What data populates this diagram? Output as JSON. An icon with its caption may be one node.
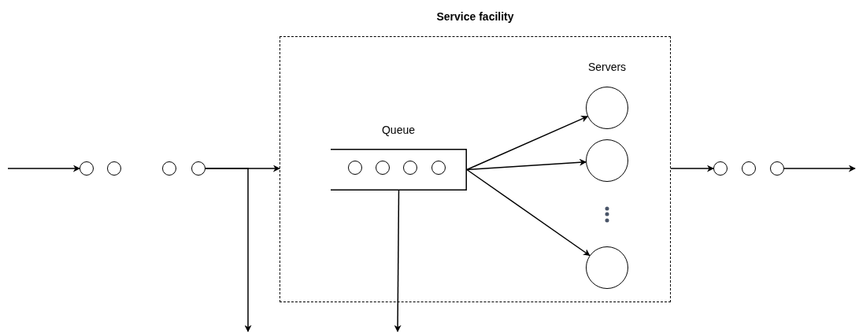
{
  "diagram": {
    "title": "Service facility",
    "nodes": [
      {
        "text": [],
        "shape": "box"
      },
      {
        "text": [],
        "shape": "circle"
      },
      {
        "text": [],
        "shape": "circle"
      },
      {
        "text": [],
        "shape": "circle"
      },
      {
        "text": [],
        "shape": "circle"
      },
      {
        "text": [
          "Queue"
        ],
        "in": 0
      },
      {
        "text": [],
        "shape": "circle",
        "in": 5
      },
      {
        "text": [],
        "shape": "circle",
        "in": 5
      },
      {
        "text": [],
        "shape": "circle",
        "in": 5
      },
      {
        "text": [],
        "shape": "circle",
        "in": 5
      },
      {
        "text": [],
        "shape": "circle",
        "in": 0
      },
      {
        "text": [],
        "shape": "circle",
        "in": 0
      },
      {
        "text": [],
        "shape": "circle",
        "in": 0
      },
      {
        "text": [],
        "shape": "circle"
      },
      {
        "text": [],
        "shape": "circle"
      },
      {
        "text": [],
        "shape": "circle"
      }
    ],
    "edges": [
      {
        "from": null,
        "to": 1,
        "arrow": "to"
      },
      {
        "from": 4,
        "to": 0,
        "arrow": "to"
      },
      {
        "from": 4,
        "to": null,
        "arrow": "to"
      },
      {
        "from": 5,
        "to": null,
        "arrow": "to"
      },
      {
        "from": 5,
        "to": 10,
        "arrow": "to"
      },
      {
        "from": 5,
        "to": 11,
        "arrow": "to"
      },
      {
        "from": 5,
        "to": 12,
        "arrow": "to"
      },
      {
        "from": 0,
        "to": 13,
        "arrow": "to"
      },
      {
        "from": 15,
        "to": null,
        "arrow": "to"
      }
    ],
    "labels": [
      "Servers"
    ]
  }
}
